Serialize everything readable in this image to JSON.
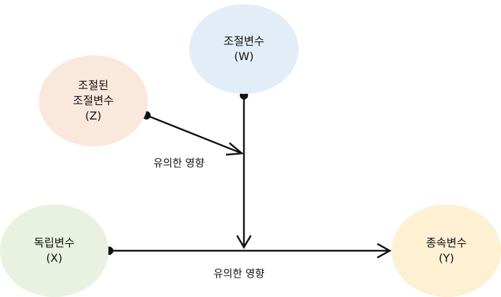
{
  "nodes": {
    "moderator": {
      "line1": "조절변수",
      "line2": "(W)"
    },
    "moderated_moderator": {
      "line1": "조절된",
      "line2": "조절변수",
      "line3": "(Z)"
    },
    "independent": {
      "line1": "독립변수",
      "line2": "(X)"
    },
    "dependent": {
      "line1": "종속변수",
      "line2": "(Y)"
    }
  },
  "edges": {
    "moderation_label": "유의한 영향",
    "main_effect_label": "유의한 영향"
  },
  "colors": {
    "moderator": "#e3edf7",
    "moderated_moderator": "#fbe8dd",
    "independent": "#e9f1e1",
    "dependent": "#fdf0d3",
    "line": "#111111"
  }
}
